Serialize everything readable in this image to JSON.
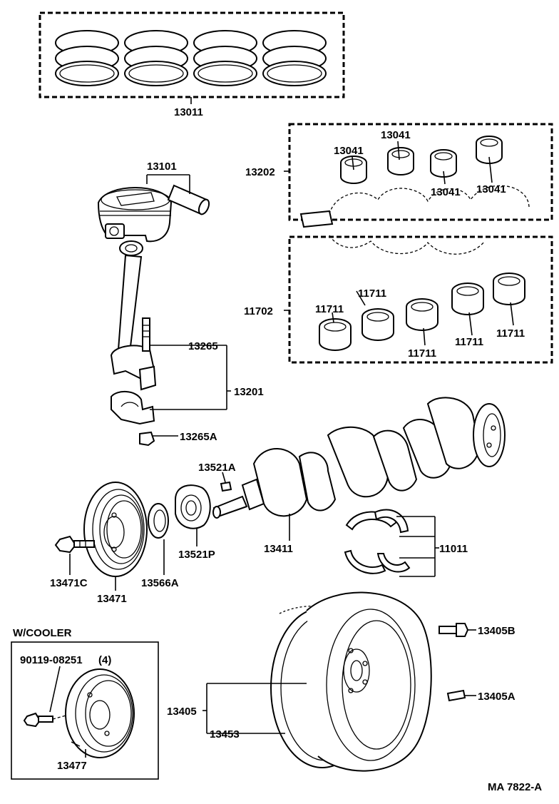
{
  "labels": {
    "p13011": "13011",
    "p13202": "13202",
    "p13041a": "13041",
    "p13041b": "13041",
    "p13041c": "13041",
    "p13041d": "13041",
    "p13101": "13101",
    "p11711a": "11711",
    "p11702": "11702",
    "p11711b": "11711",
    "p11711c": "11711",
    "p11711d": "11711",
    "p11711e": "11711",
    "p13265": "13265",
    "p13201": "13201",
    "p13265A": "13265A",
    "p13521A": "13521A",
    "p13411": "13411",
    "p11011": "11011",
    "p13521P": "13521P",
    "p13471C": "13471C",
    "p13566A": "13566A",
    "p13471": "13471",
    "p13405B": "13405B",
    "p13405A": "13405A",
    "p13405": "13405",
    "p13453": "13453",
    "wcooler": "W/COOLER",
    "p90119": "90119-08251",
    "p90119qty": "(4)",
    "p13477": "13477",
    "figure_code": "MA 7822-A"
  }
}
